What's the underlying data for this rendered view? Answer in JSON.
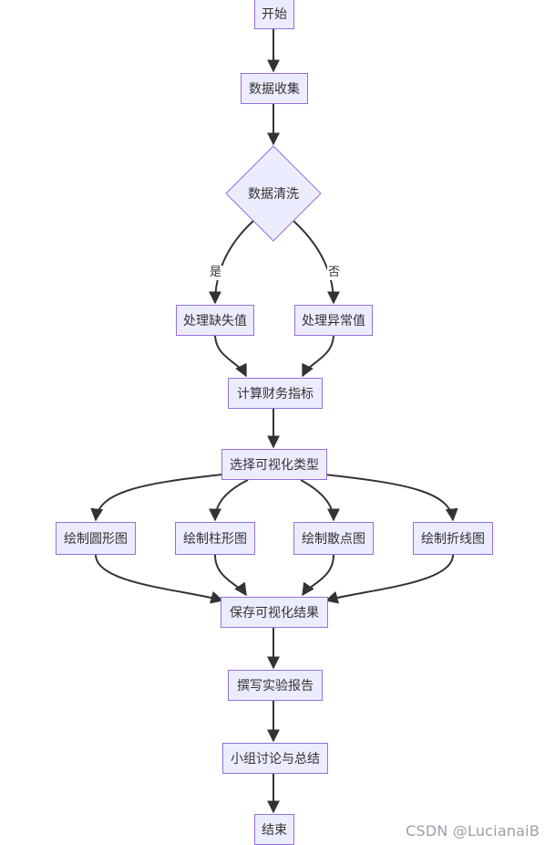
{
  "nodes": {
    "start": "开始",
    "collect": "数据收集",
    "clean": "数据清洗",
    "missing": "处理缺失值",
    "outlier": "处理异常值",
    "metrics": "计算财务指标",
    "choose": "选择可视化类型",
    "pie": "绘制圆形图",
    "bar": "绘制柱形图",
    "scatter": "绘制散点图",
    "line": "绘制折线图",
    "save": "保存可视化结果",
    "report": "撰写实验报告",
    "discuss": "小组讨论与总结",
    "end": "结束"
  },
  "edge_labels": {
    "yes": "是",
    "no": "否"
  },
  "watermark": "CSDN @LucianaiB",
  "colors": {
    "node_fill": "#ececff",
    "node_border": "#9370db",
    "edge": "#333333"
  }
}
